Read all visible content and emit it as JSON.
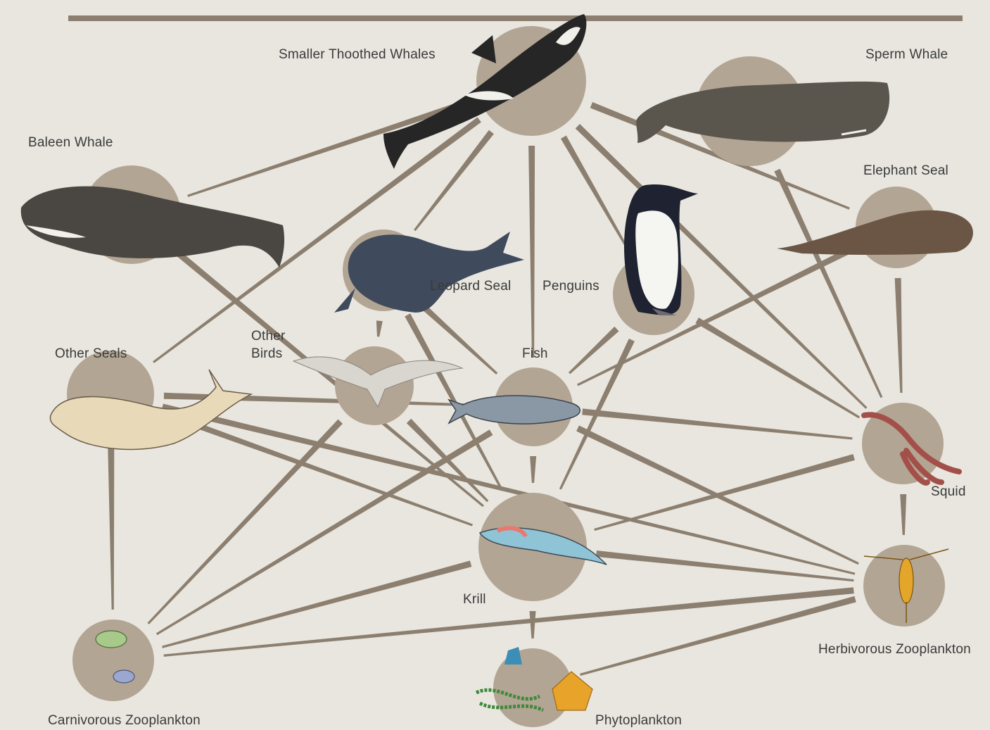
{
  "nodes": [
    {
      "id": "smaller_toothed_whales",
      "label": "Smaller Thoothed Whales",
      "icon": "orca-icon"
    },
    {
      "id": "sperm_whale",
      "label": "Sperm Whale",
      "icon": "sperm-whale-icon"
    },
    {
      "id": "baleen_whale",
      "label": "Baleen Whale",
      "icon": "baleen-whale-icon"
    },
    {
      "id": "elephant_seal",
      "label": "Elephant Seal",
      "icon": "elephant-seal-icon"
    },
    {
      "id": "leopard_seal",
      "label": "Leopard Seal",
      "icon": "leopard-seal-icon"
    },
    {
      "id": "penguins",
      "label": "Penguins",
      "icon": "penguin-icon"
    },
    {
      "id": "other_birds",
      "label": "Other\nBirds",
      "icon": "seabird-icon"
    },
    {
      "id": "other_seals",
      "label": "Other Seals",
      "icon": "spotted-seal-icon"
    },
    {
      "id": "fish",
      "label": "Fish",
      "icon": "fish-icon"
    },
    {
      "id": "squid",
      "label": "Squid",
      "icon": "squid-icon"
    },
    {
      "id": "krill",
      "label": "Krill",
      "icon": "krill-icon"
    },
    {
      "id": "herbivorous_zooplankton",
      "label": "Herbivorous Zooplankton",
      "icon": "copepod-icon"
    },
    {
      "id": "carnivorous_zooplankton",
      "label": "Carnivorous Zooplankton",
      "icon": "amphipod-icon"
    },
    {
      "id": "phytoplankton",
      "label": "Phytoplankton",
      "icon": "phytoplankton-icon"
    }
  ],
  "links": [
    [
      "smaller_toothed_whales",
      "baleen_whale"
    ],
    [
      "smaller_toothed_whales",
      "other_seals"
    ],
    [
      "smaller_toothed_whales",
      "leopard_seal"
    ],
    [
      "smaller_toothed_whales",
      "penguins"
    ],
    [
      "smaller_toothed_whales",
      "squid"
    ],
    [
      "smaller_toothed_whales",
      "elephant_seal"
    ],
    [
      "smaller_toothed_whales",
      "fish"
    ],
    [
      "sperm_whale",
      "squid"
    ],
    [
      "elephant_seal",
      "squid"
    ],
    [
      "elephant_seal",
      "fish"
    ],
    [
      "baleen_whale",
      "krill"
    ],
    [
      "leopard_seal",
      "other_birds"
    ],
    [
      "leopard_seal",
      "fish"
    ],
    [
      "leopard_seal",
      "krill"
    ],
    [
      "penguins",
      "fish"
    ],
    [
      "penguins",
      "krill"
    ],
    [
      "penguins",
      "squid"
    ],
    [
      "other_birds",
      "krill"
    ],
    [
      "other_birds",
      "carnivorous_zooplankton"
    ],
    [
      "other_seals",
      "krill"
    ],
    [
      "other_seals",
      "carnivorous_zooplankton"
    ],
    [
      "other_seals",
      "fish"
    ],
    [
      "fish",
      "krill"
    ],
    [
      "fish",
      "squid"
    ],
    [
      "fish",
      "carnivorous_zooplankton"
    ],
    [
      "fish",
      "herbivorous_zooplankton"
    ],
    [
      "squid",
      "krill"
    ],
    [
      "squid",
      "herbivorous_zooplankton"
    ],
    [
      "krill",
      "phytoplankton"
    ],
    [
      "krill",
      "carnivorous_zooplankton"
    ],
    [
      "krill",
      "herbivorous_zooplankton"
    ],
    [
      "herbivorous_zooplankton",
      "carnivorous_zooplankton"
    ],
    [
      "herbivorous_zooplankton",
      "phytoplankton"
    ],
    [
      "other_seals",
      "herbivorous_zooplankton"
    ]
  ],
  "colors": {
    "background": "#e8e6df",
    "node_disc": "#b3a594",
    "link": "#8c7f6f",
    "top_rule": "#8c7f6f"
  }
}
